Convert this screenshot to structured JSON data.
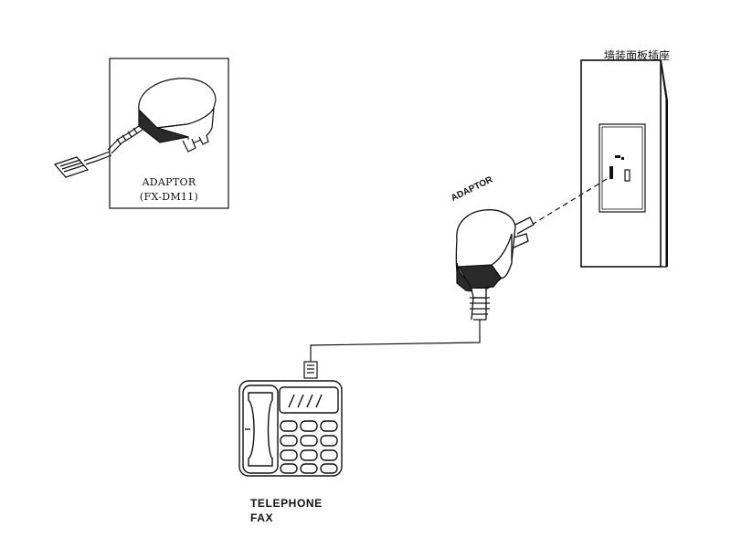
{
  "inset": {
    "line1": "ADAPTOR",
    "line2": "(FX-DM11)"
  },
  "adaptor_label": "ADAPTOR",
  "wall_socket_label": "墙装面板插座",
  "device": {
    "line1": "TELEPHONE",
    "line2": "FAX"
  },
  "colors": {
    "stroke": "#111111",
    "fill_dark": "#2a2a2a",
    "wall_fill": "#f4f4f4",
    "background": "#ffffff"
  }
}
